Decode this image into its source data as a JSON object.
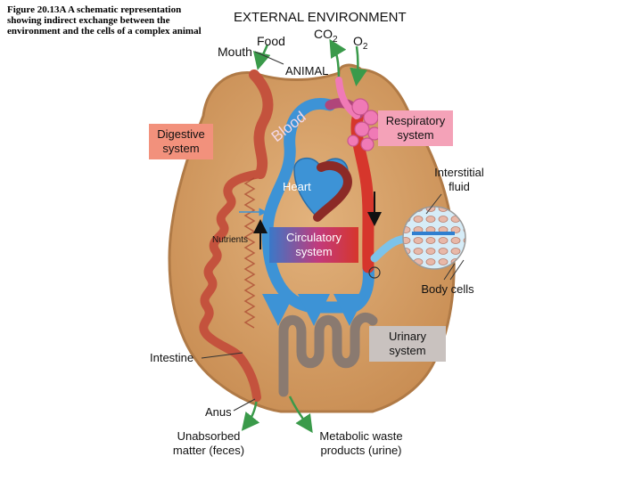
{
  "caption": "Figure 20.13A A schematic representation showing indirect exchange between the environment and the cells of a complex animal",
  "labels": {
    "external_environment": "EXTERNAL ENVIRONMENT",
    "food": "Food",
    "co2_base": "CO",
    "co2_sub": "2",
    "o2_base": "O",
    "o2_sub": "2",
    "mouth": "Mouth",
    "animal": "ANIMAL",
    "blood": "Blood",
    "digestive_system": "Digestive system",
    "respiratory_system": "Respiratory system",
    "heart": "Heart",
    "interstitial_fluid": "Interstitial fluid",
    "nutrients": "Nutrients",
    "circulatory_system": "Circulatory system",
    "body_cells": "Body cells",
    "urinary_system": "Urinary system",
    "intestine": "Intestine",
    "anus": "Anus",
    "unabsorbed_matter": "Unabsorbed matter (feces)",
    "metabolic_waste": "Metabolic waste products (urine)"
  },
  "colors": {
    "body_fill": "#d9a66e",
    "body_stroke": "#b07a46",
    "gut_red": "#c4523d",
    "blood_blue": "#3d93d6",
    "blood_red": "#d6362c",
    "lung_pink": "#f07ab6",
    "kidney_gray": "#8a7a70",
    "box_digestive": "#f2917c",
    "box_respiratory": "#f4a2b8",
    "box_circulatory": "#c23a7c",
    "box_urinary": "#c9c2bf",
    "arrow_green": "#3a9a4a"
  }
}
